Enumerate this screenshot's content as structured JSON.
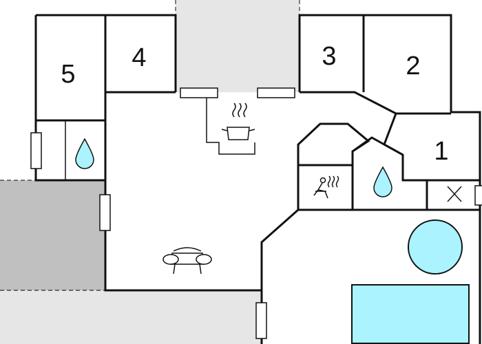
{
  "rooms": [
    {
      "id": "room-1",
      "label": "1"
    },
    {
      "id": "room-2",
      "label": "2"
    },
    {
      "id": "room-3",
      "label": "3"
    },
    {
      "id": "room-4",
      "label": "4"
    },
    {
      "id": "room-5",
      "label": "5"
    }
  ],
  "colors": {
    "wall": "#111111",
    "water": "#aaf3ff",
    "terrace_light": "#e6e6e6",
    "terrace_dark": "#c0c0c0",
    "floor": "#ffffff"
  },
  "icons": [
    "cooking-pot-icon",
    "water-drop-icon",
    "sauna-icon",
    "sofa-icon",
    "technical-room-x-icon",
    "hot-tub-icon",
    "swimming-pool-icon"
  ]
}
